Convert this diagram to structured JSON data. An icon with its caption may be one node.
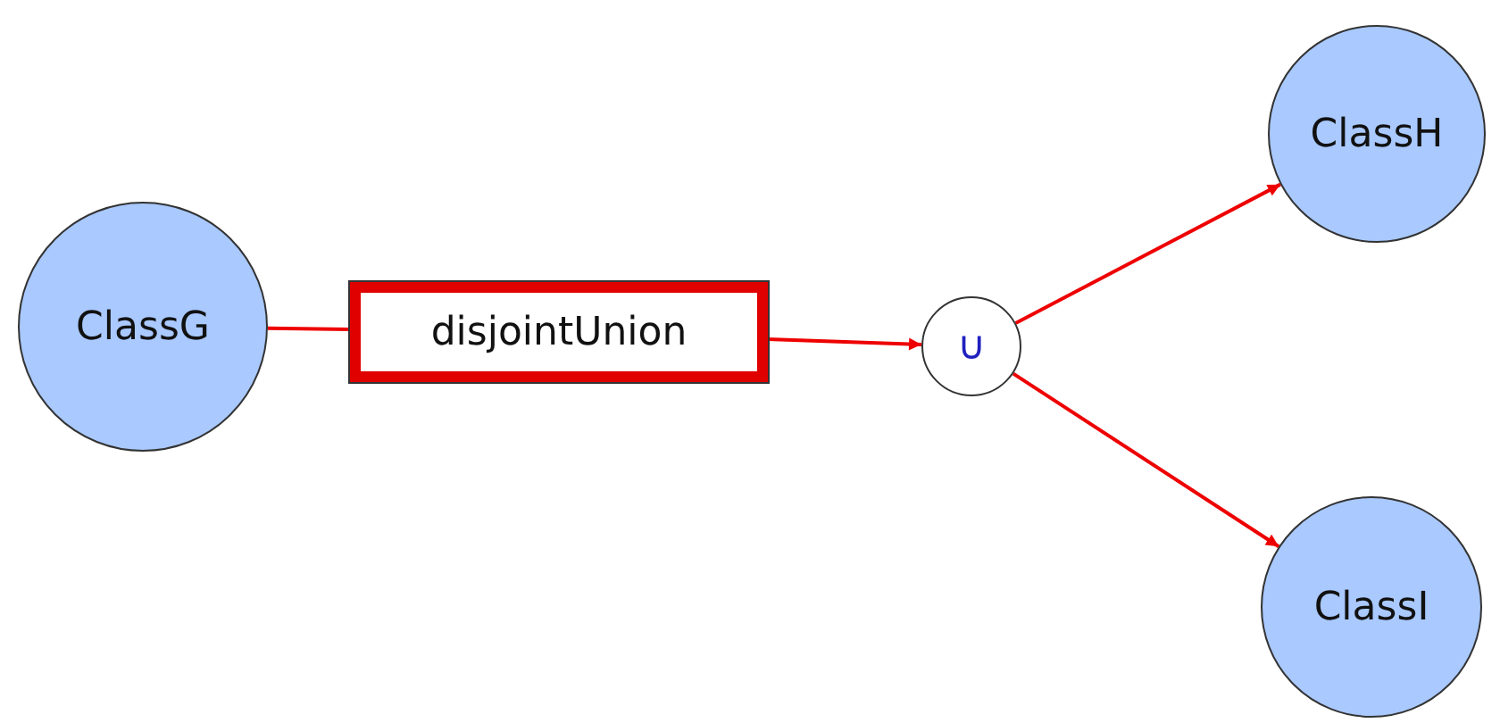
{
  "diagram": {
    "nodes": [
      {
        "text": [
          "ClassG"
        ]
      },
      {
        "text": [
          "disjointUnion"
        ]
      },
      {
        "text": [
          "∪"
        ]
      },
      {
        "text": [
          "ClassH"
        ]
      },
      {
        "text": [
          "ClassI"
        ]
      }
    ],
    "edges": [
      {
        "from": 0,
        "to": 1,
        "arrow": "none"
      },
      {
        "from": 1,
        "to": 2,
        "arrow": "to"
      },
      {
        "from": 2,
        "to": 3,
        "arrow": "to"
      },
      {
        "from": 2,
        "to": 4,
        "arrow": "to"
      }
    ]
  }
}
